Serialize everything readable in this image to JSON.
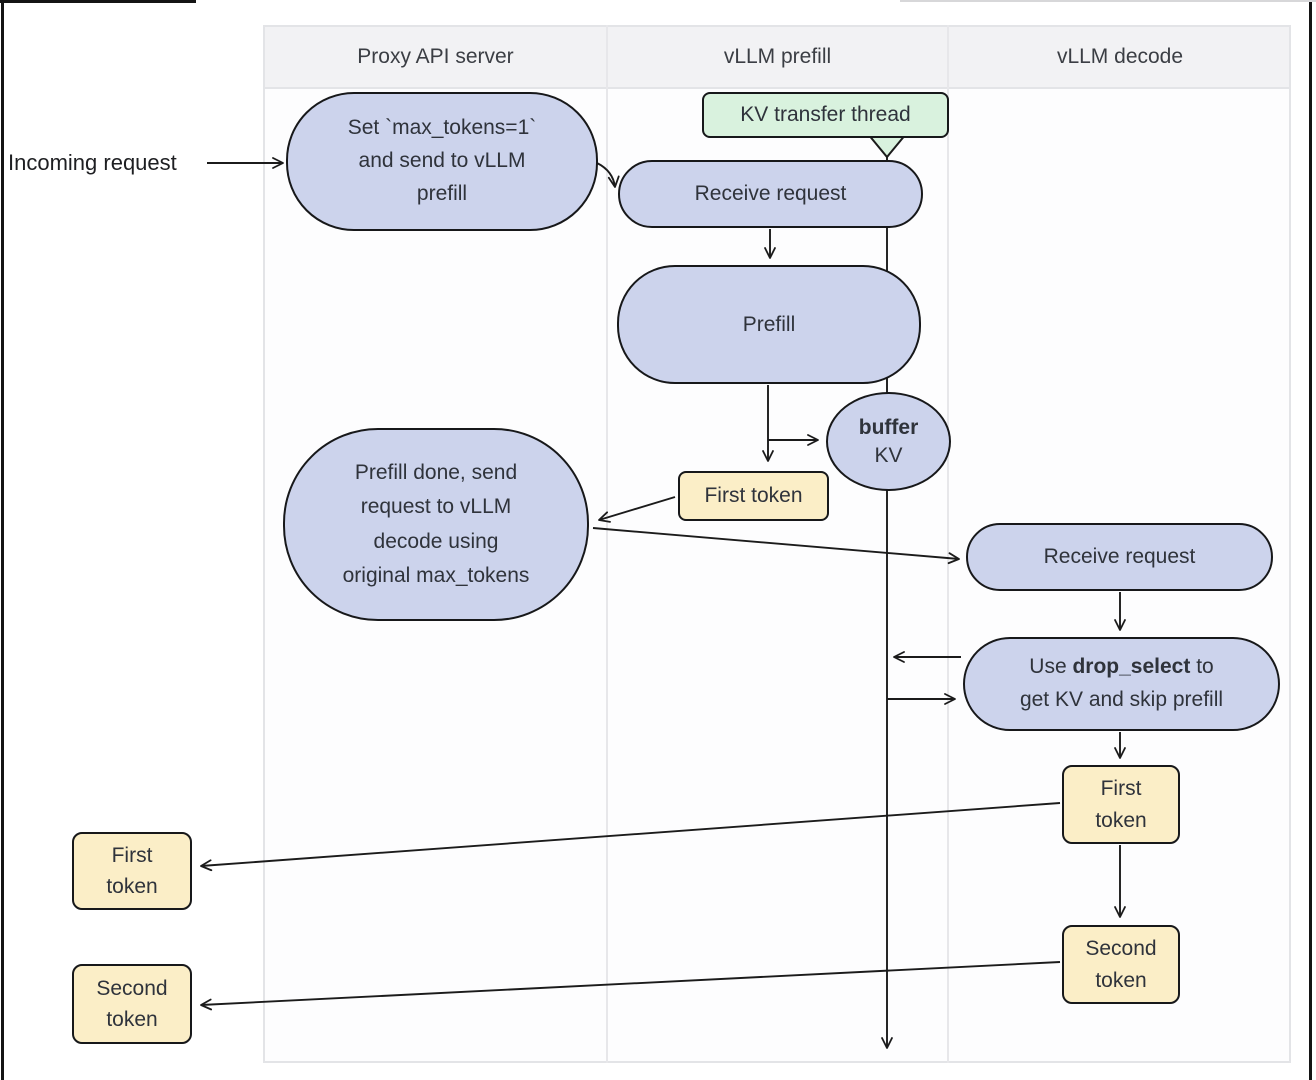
{
  "colors": {
    "process_fill": "#ccd3ec",
    "token_fill": "#fbeec7",
    "thread_fill": "#d9f2de",
    "shape_border": "#17181a",
    "lane_header_fill": "#f2f2f4",
    "lane_border": "#e3e4e7",
    "connector": "#1b1b1b",
    "text": "#2f333b"
  },
  "lanes": [
    {
      "label": "Proxy API server"
    },
    {
      "label": "vLLM prefill"
    },
    {
      "label": "vLLM decode"
    }
  ],
  "labels": {
    "incoming_request": "Incoming request"
  },
  "nodes": {
    "kv_transfer_thread": {
      "label": "KV transfer thread"
    },
    "set_max_tokens": {
      "lines": [
        "Set `max_tokens=1`",
        "and send to vLLM",
        "prefill"
      ]
    },
    "receive_request_prefill": {
      "label": "Receive request"
    },
    "prefill": {
      "label": "Prefill"
    },
    "buffer_kv": {
      "line1_bold": "buffer",
      "line2": "KV"
    },
    "first_token_prefill": {
      "label": "First token"
    },
    "prefill_done": {
      "lines": [
        "Prefill done, send",
        "request to vLLM",
        "decode using",
        "original max_tokens"
      ]
    },
    "receive_request_decode": {
      "label": "Receive request"
    },
    "drop_select": {
      "line1_prefix": "Use ",
      "line1_bold": "drop_select",
      "line1_suffix": " to",
      "line2": "get KV and skip prefill"
    },
    "first_token_decode": {
      "line1": "First",
      "line2": "token"
    },
    "second_token_decode": {
      "line1": "Second",
      "line2": "token"
    },
    "first_token_out": {
      "line1": "First",
      "line2": "token"
    },
    "second_token_out": {
      "line1": "Second",
      "line2": "token"
    }
  }
}
